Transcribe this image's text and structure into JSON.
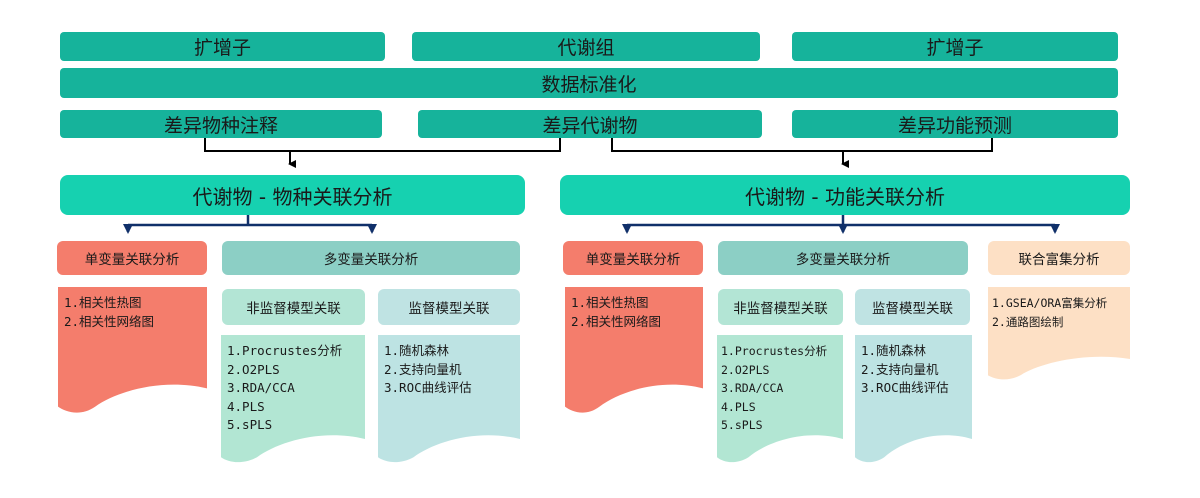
{
  "row1": [
    "扩增子",
    "代谢组",
    "扩增子"
  ],
  "normalize": "数据标准化",
  "row3": [
    "差异物种注释",
    "差异代谢物",
    "差异功能预测"
  ],
  "left": {
    "title": "代谢物 - 物种关联分析",
    "uni": "单变量关联分析",
    "multi": "多变量关联分析",
    "unsup": "非监督模型关联",
    "sup": "监督模型关联",
    "uni_items": [
      "1.相关性热图",
      "2.相关性网络图"
    ],
    "unsup_items": [
      "1.Procrustes分析",
      "2.O2PLS",
      "3.RDA/CCA",
      "4.PLS",
      "5.sPLS"
    ],
    "sup_items": [
      "1.随机森林",
      "2.支持向量机",
      "3.ROC曲线评估"
    ]
  },
  "right": {
    "title": "代谢物 - 功能关联分析",
    "uni": "单变量关联分析",
    "multi": "多变量关联分析",
    "unsup": "非监督模型关联",
    "sup": "监督模型关联",
    "enrich": "联合富集分析",
    "uni_items": [
      "1.相关性热图",
      "2.相关性网络图"
    ],
    "unsup_items": [
      "1.Procrustes分析",
      "2.O2PLS",
      "3.RDA/CCA",
      "4.PLS",
      "5.sPLS"
    ],
    "sup_items": [
      "1.随机森林",
      "2.支持向量机",
      "3.ROC曲线评估"
    ],
    "enrich_items": [
      "1.GSEA/ORA富集分析",
      "2.通路图绘制"
    ]
  },
  "colors": {
    "teal": "#16b39b",
    "teal_bright": "#16d1b0",
    "red": "#f47d6c",
    "multi": "#8ccfc5",
    "green": "#b2e6d3",
    "light": "#bfe3e3",
    "orange": "#fde0c5"
  }
}
